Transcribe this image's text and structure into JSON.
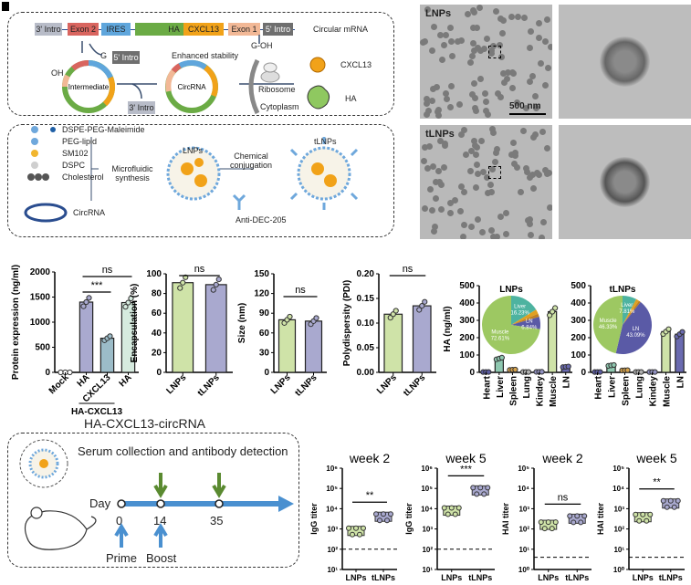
{
  "panel_a": {
    "segments": [
      "3' Intro",
      "Exon 2",
      "IRES",
      "HA",
      "CXCL13",
      "Exon 1",
      "5' Intro"
    ],
    "segment_colors": [
      "#b8bcc8",
      "#d9655f",
      "#5fa6dc",
      "#6bab45",
      "#f1a219",
      "#f2b896",
      "#6f6f6f"
    ],
    "title": "Circular mrna",
    "label_circular_mrna": "Circular mRNA",
    "g_5intro_g": "G",
    "g_5intro": "5' Intro",
    "goh": "G-OH",
    "oh": "OH",
    "intermediate": "Intermediate",
    "intro3": "3' Intro",
    "enhanced": "Enhanced stability",
    "circrna": "CircRNA",
    "ribosome": "Ribosome",
    "cytoplasm": "Cytoplasm",
    "cxcl13": "CXCL13",
    "ha": "HA"
  },
  "panel_b": {
    "components": [
      "DSPE-PEG-Maleimide",
      "PEG-lipid",
      "SM102",
      "DSPC",
      "Cholesterol"
    ],
    "circrna": "CircRNA",
    "microfluidic": "Microfluidic synthesis",
    "lnps": "LNPs",
    "tlnps": "tLNPs",
    "conjugation": "Chemical conjugation",
    "antibody": "Anti-DEC-205"
  },
  "tem": {
    "top_label": "LNPs",
    "bottom_label": "tLNPs",
    "scale_bar": "500 nm"
  },
  "chart_data": [
    {
      "type": "bar",
      "ylabel": "Protein expression (ng/ml)",
      "categories": [
        "Mock",
        "HA",
        "CXCL13",
        "HA"
      ],
      "group_label": "HA-CXCL13",
      "values": [
        0,
        1400,
        680,
        1390
      ],
      "colors": [
        "#ffffff",
        "#a9a9cf",
        "#9cbcc8",
        "#d6ebdf"
      ],
      "ylim": [
        0,
        2000
      ],
      "yticks": [
        "0",
        "500",
        "1000",
        "1500",
        "2000"
      ],
      "annotations": [
        {
          "text": "***",
          "from": 1,
          "to": 2
        },
        {
          "text": "ns",
          "from": 1,
          "to": 3
        }
      ]
    },
    {
      "type": "bar",
      "ylabel": "Encapsulation (%)",
      "categories": [
        "LNPs",
        "tLNPs"
      ],
      "values": [
        91,
        89
      ],
      "colors": [
        "#cfe3a8",
        "#a9a9cf"
      ],
      "ylim": [
        0,
        100
      ],
      "yticks": [
        "0",
        "20",
        "40",
        "60",
        "80",
        "100"
      ],
      "annotations": [
        {
          "text": "ns",
          "from": 0,
          "to": 1
        }
      ]
    },
    {
      "type": "bar",
      "ylabel": "Size (nm)",
      "categories": [
        "LNPs",
        "tLNPs"
      ],
      "values": [
        80,
        78
      ],
      "colors": [
        "#cfe3a8",
        "#a9a9cf"
      ],
      "ylim": [
        0,
        150
      ],
      "yticks": [
        "0",
        "30",
        "60",
        "90",
        "120",
        "150"
      ],
      "annotations": [
        {
          "text": "ns",
          "from": 0,
          "to": 1
        }
      ]
    },
    {
      "type": "bar",
      "ylabel": "Polydispersity (PDI)",
      "categories": [
        "LNPs",
        "tLNPs"
      ],
      "values": [
        0.118,
        0.135
      ],
      "colors": [
        "#cfe3a8",
        "#a9a9cf"
      ],
      "ylim": [
        0,
        0.2
      ],
      "yticks": [
        "0.00",
        "0.05",
        "0.10",
        "0.15",
        "0.20"
      ],
      "annotations": [
        {
          "text": "ns",
          "from": 0,
          "to": 1
        }
      ]
    },
    {
      "type": "bar",
      "title": "LNPs",
      "ylabel": "HA (ng/ml)",
      "categories": [
        "Heart",
        "Liver",
        "Spleen",
        "Lung",
        "Kindey",
        "Muscle",
        "LN"
      ],
      "values": [
        2,
        80,
        15,
        2,
        3,
        350,
        32
      ],
      "colors": [
        "#5a5aa0",
        "#8fc8b0",
        "#d6a24a",
        "#b0b0b0",
        "#9090c0",
        "#cfe3a8",
        "#6a6ab0"
      ],
      "ylim": [
        0,
        500
      ],
      "yticks": [
        "0",
        "100",
        "200",
        "300",
        "400",
        "500"
      ],
      "pie": [
        {
          "label": "Muscle",
          "pct": "72.61%",
          "value": 72.61,
          "color": "#9dc862"
        },
        {
          "label": "Liver",
          "pct": "16.23%",
          "value": 16.23,
          "color": "#4db3a0"
        },
        {
          "label": "",
          "pct": "",
          "value": 2.5,
          "color": "#e0a020"
        },
        {
          "label": "",
          "pct": "",
          "value": 1.8,
          "color": "#c08020"
        },
        {
          "label": "LN",
          "pct": "6.84%",
          "value": 6.84,
          "color": "#5a5aa6"
        }
      ]
    },
    {
      "type": "bar",
      "title": "tLNPs",
      "ylabel": "",
      "categories": [
        "Heart",
        "Liver",
        "Spleen",
        "Lung",
        "Kindey",
        "Muscle",
        "LN"
      ],
      "values": [
        2,
        40,
        12,
        2,
        2,
        235,
        220
      ],
      "colors": [
        "#5a5aa0",
        "#8fc8b0",
        "#d6a24a",
        "#b0b0b0",
        "#9090c0",
        "#cfe3a8",
        "#6a6ab0"
      ],
      "ylim": [
        0,
        500
      ],
      "yticks": [
        "0",
        "100",
        "200",
        "300",
        "400",
        "500"
      ],
      "pie": [
        {
          "label": "Muscle",
          "pct": "46.33%",
          "value": 46.33,
          "color": "#9dc862"
        },
        {
          "label": "Liver",
          "pct": "7.81%",
          "value": 7.81,
          "color": "#4db3a0"
        },
        {
          "label": "",
          "pct": "",
          "value": 1.7,
          "color": "#e0a020"
        },
        {
          "label": "",
          "pct": "",
          "value": 1.07,
          "color": "#c08020"
        },
        {
          "label": "LN",
          "pct": "43.09%",
          "value": 43.09,
          "color": "#5a5aa6"
        }
      ]
    },
    {
      "type": "box",
      "title": "week 2",
      "ylabel": "IgG titer",
      "categories": [
        "LNPs",
        "tLNPs"
      ],
      "values": [
        800,
        4000
      ],
      "colors": [
        "#cfe3a8",
        "#a9a9cf"
      ],
      "log_ylim": [
        1,
        6
      ],
      "yticks": [
        "10¹",
        "10²",
        "10³",
        "10⁴",
        "10⁵",
        "10⁶"
      ],
      "threshold": 100,
      "annotations": [
        {
          "text": "**",
          "from": 0,
          "to": 1
        }
      ]
    },
    {
      "type": "box",
      "title": "week 5",
      "ylabel": "IgG titer",
      "categories": [
        "LNPs",
        "tLNPs"
      ],
      "values": [
        8000,
        80000
      ],
      "colors": [
        "#cfe3a8",
        "#a9a9cf"
      ],
      "log_ylim": [
        1,
        6
      ],
      "yticks": [
        "10¹",
        "10²",
        "10³",
        "10⁴",
        "10⁵",
        "10⁶"
      ],
      "threshold": 100,
      "annotations": [
        {
          "text": "***",
          "from": 0,
          "to": 1
        }
      ]
    },
    {
      "type": "box",
      "title": "week 2",
      "ylabel": "HAI titer",
      "categories": [
        "LNPs",
        "tLNPs"
      ],
      "values": [
        160,
        320
      ],
      "colors": [
        "#cfe3a8",
        "#a9a9cf"
      ],
      "log_ylim": [
        0,
        5
      ],
      "yticks": [
        "10⁰",
        "10¹",
        "10²",
        "10³",
        "10⁴",
        "10⁵"
      ],
      "threshold": 4,
      "annotations": [
        {
          "text": "ns",
          "from": 0,
          "to": 1
        }
      ]
    },
    {
      "type": "box",
      "title": "week 5",
      "ylabel": "HAI titer",
      "categories": [
        "LNPs",
        "tLNPs"
      ],
      "values": [
        380,
        1800
      ],
      "colors": [
        "#cfe3a8",
        "#a9a9cf"
      ],
      "log_ylim": [
        0,
        5
      ],
      "yticks": [
        "10⁰",
        "10¹",
        "10²",
        "10³",
        "10⁴",
        "10⁵"
      ],
      "threshold": 4,
      "annotations": [
        {
          "text": "**",
          "from": 0,
          "to": 1
        }
      ]
    }
  ],
  "schedule": {
    "title": "HA-CXCL13-circRNA",
    "serum": "Serum collection and antibody detection",
    "day": "Day",
    "days": [
      "0",
      "14",
      "35"
    ],
    "prime": "Prime",
    "boost": "Boost"
  }
}
